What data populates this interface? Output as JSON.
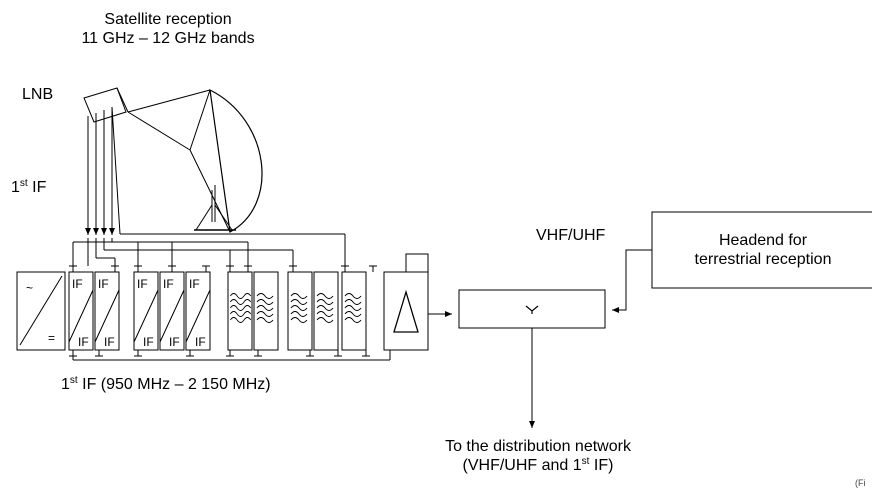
{
  "labels": {
    "satellite_line1": "Satellite reception",
    "satellite_line2": "11 GHz – 12 GHz bands",
    "lnb": "LNB",
    "first_if_num": "1",
    "first_if_sup": "st",
    "first_if_text": " IF",
    "vhf_uhf": "VHF/UHF",
    "headend_line1": "Headend for",
    "headend_line2": "terrestrial reception",
    "band_num": "1",
    "band_sup": "st",
    "band_text": " IF (950 MHz – 2 150 MHz)",
    "dist_line1": "To the distribution network",
    "dist_line2_pre": "(VHF/UHF and 1",
    "dist_line2_sup": "st",
    "dist_line2_post": " IF)",
    "corner_mark": "(Fi"
  },
  "blocks": {
    "power_top_symbol": "~",
    "power_bottom_symbol": "=",
    "if_label": "IF",
    "if_converter_count": 5,
    "filter_count": 5
  }
}
